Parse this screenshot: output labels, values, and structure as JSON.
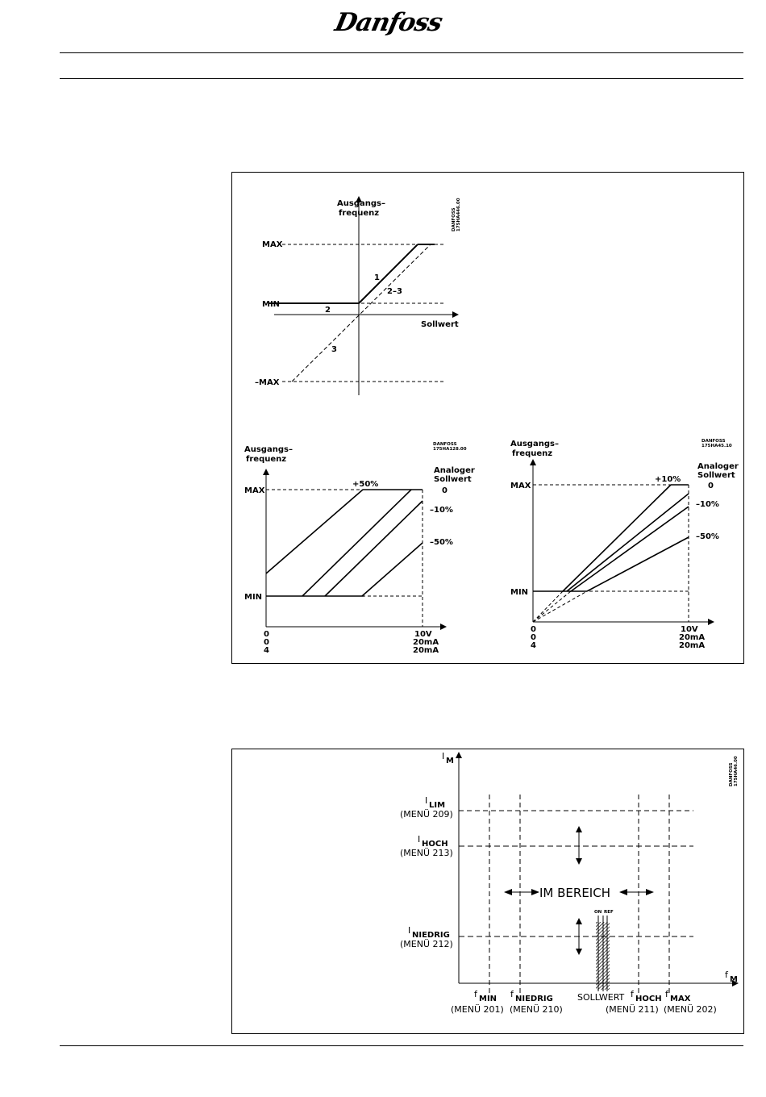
{
  "header": {
    "logo_text": "Danfoss"
  },
  "figure1": {
    "top": {
      "y_axis_label_line1": "Ausgangs–",
      "y_axis_label_line2": "frequenz",
      "x_axis_label": "Sollwert",
      "label_max": "MAX",
      "label_min": "MIN",
      "label_neg_max": "–MAX",
      "curve_1": "1",
      "curve_2": "2",
      "curve_2_3": "2–3",
      "curve_3": "3",
      "code_line1": "DANFOSS",
      "code_line2": "175HA446.00"
    },
    "bottom_left": {
      "y_axis_label_line1": "Ausgangs–",
      "y_axis_label_line2": "frequenz",
      "label_max": "MAX",
      "label_min": "MIN",
      "ref_label_line1": "Analoger",
      "ref_label_line2": "Sollwert",
      "pct_plus50": "+50%",
      "pct_0": "0",
      "pct_minus10": "–10%",
      "pct_minus50": "–50%",
      "x_left_1": "0",
      "x_left_2": "0",
      "x_left_3": "4",
      "x_right_1": "10V",
      "x_right_2": "20mA",
      "x_right_3": "20mA",
      "code_line1": "DANFOSS",
      "code_line2": "175HA128.00"
    },
    "bottom_right": {
      "y_axis_label_line1": "Ausgangs–",
      "y_axis_label_line2": "frequenz",
      "label_max": "MAX",
      "label_min": "MIN",
      "ref_label_line1": "Analoger",
      "ref_label_line2": "Sollwert",
      "pct_plus10": "+10%",
      "pct_0": "0",
      "pct_minus10": "–10%",
      "pct_minus50": "–50%",
      "x_left_1": "0",
      "x_left_2": "0",
      "x_left_3": "4",
      "x_right_1": "10V",
      "x_right_2": "20mA",
      "x_right_3": "20mA",
      "code_line1": "DANFOSS",
      "code_line2": "175HA45.10"
    }
  },
  "figure2": {
    "y_axis_main": "I",
    "y_axis_sub": "M",
    "x_axis_main": "f",
    "x_axis_sub": "M",
    "ilim_main": "I",
    "ilim_sub": "LIM",
    "ilim_menu": "(MENÜ  209)",
    "ihoch_main": "I",
    "ihoch_sub": "HOCH",
    "ihoch_menu": "(MENÜ  213)",
    "iniedrig_main": "I",
    "iniedrig_sub": "NIEDRIG",
    "iniedrig_menu": "(MENÜ  212)",
    "fmin_main": "f",
    "fmin_sub": "MIN",
    "fmin_menu": "(MENÜ  201)",
    "fniedrig_main": "f",
    "fniedrig_sub": "NIEDRIG",
    "fniedrig_menu": "(MENÜ  210)",
    "sollwert": "SOLLWERT",
    "fhoch_main": "f",
    "fhoch_sub": "HOCH",
    "fhoch_menu": "(MENÜ  211)",
    "fmax_main": "f",
    "fmax_sub": "MAX",
    "fmax_menu": "(MENÜ  202)",
    "im_bereich": "IM  BEREICH",
    "on_label": "ON",
    "ref_label": "REF",
    "code_line1": "DANFOSS",
    "code_line2": "175HA46.00"
  }
}
